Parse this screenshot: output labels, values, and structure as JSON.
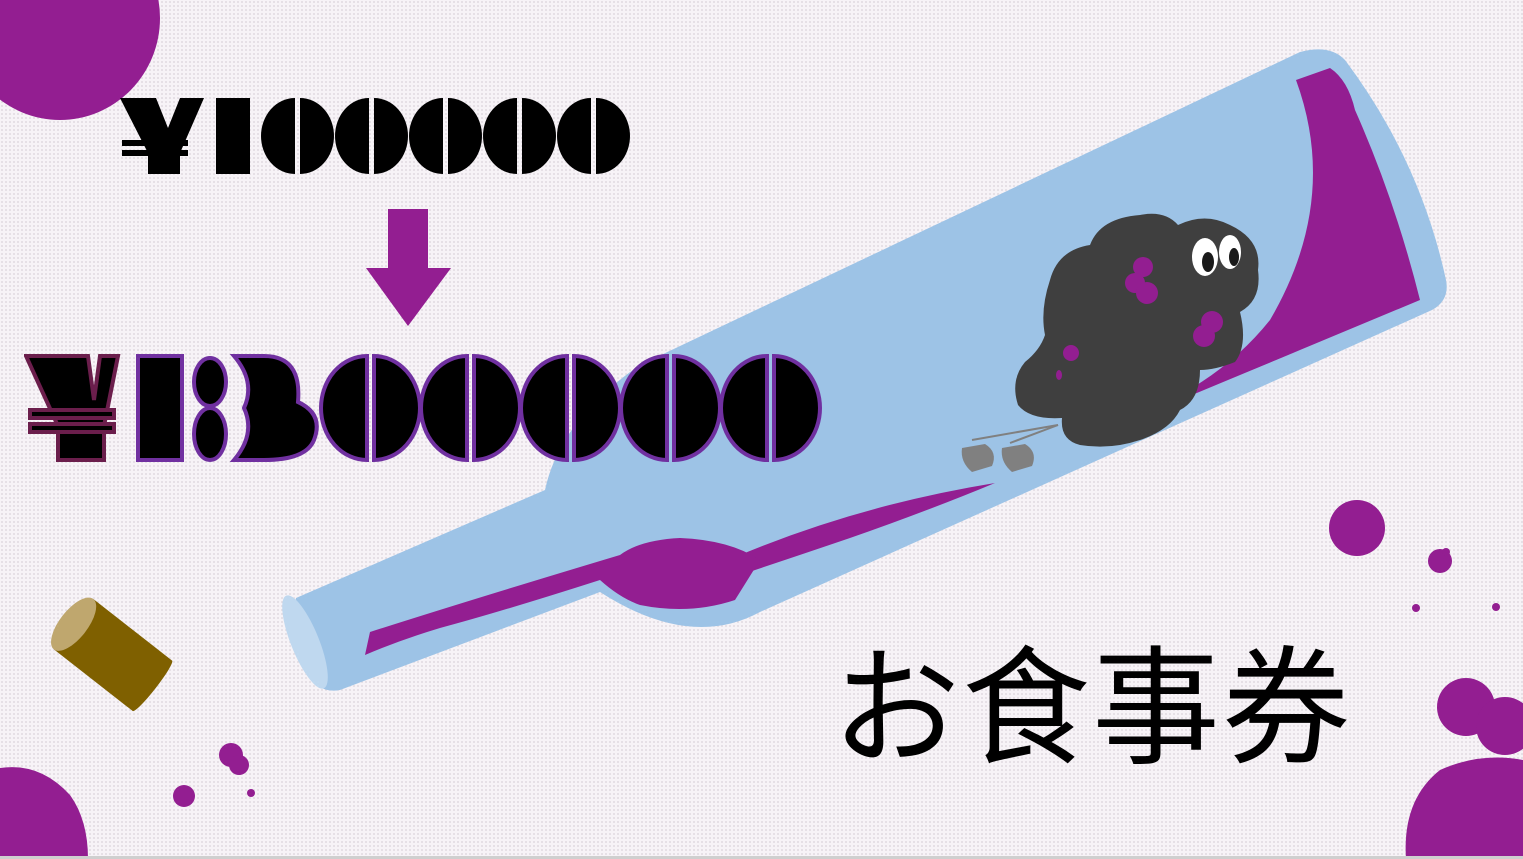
{
  "artwork": {
    "type": "meal-voucher-illustration",
    "colors": {
      "background": "#f7f3f7",
      "accent_purple": "#931e91",
      "bottle_blue": "#9dc3e6",
      "bottle_mouth": "#bfd8ef",
      "creature_gray": "#3f3f3f",
      "feet_gray": "#808080",
      "cork_brown": "#7f6000",
      "cork_top": "#bfa76e",
      "text_black": "#000000",
      "outline_purple": "#7030a0",
      "outline_maroon": "#6b1e4c"
    }
  },
  "price": {
    "original_label": "¥100000",
    "new_label": "¥130000",
    "original": {
      "currency_symbol": "¥",
      "digits": [
        "1",
        "0",
        "0",
        "0",
        "0",
        "0"
      ]
    },
    "new": {
      "currency_symbol": "¥",
      "digits": [
        "1",
        "3",
        "0",
        "0",
        "0",
        "0"
      ]
    },
    "arrow_icon": "arrow-down-icon"
  },
  "title": {
    "text": "お食事券"
  },
  "illustrations": {
    "bottle": "wine-bottle-illustration",
    "creature": "grape-creature-illustration",
    "cork": "cork-illustration",
    "splashes": "wine-splash-dots"
  }
}
